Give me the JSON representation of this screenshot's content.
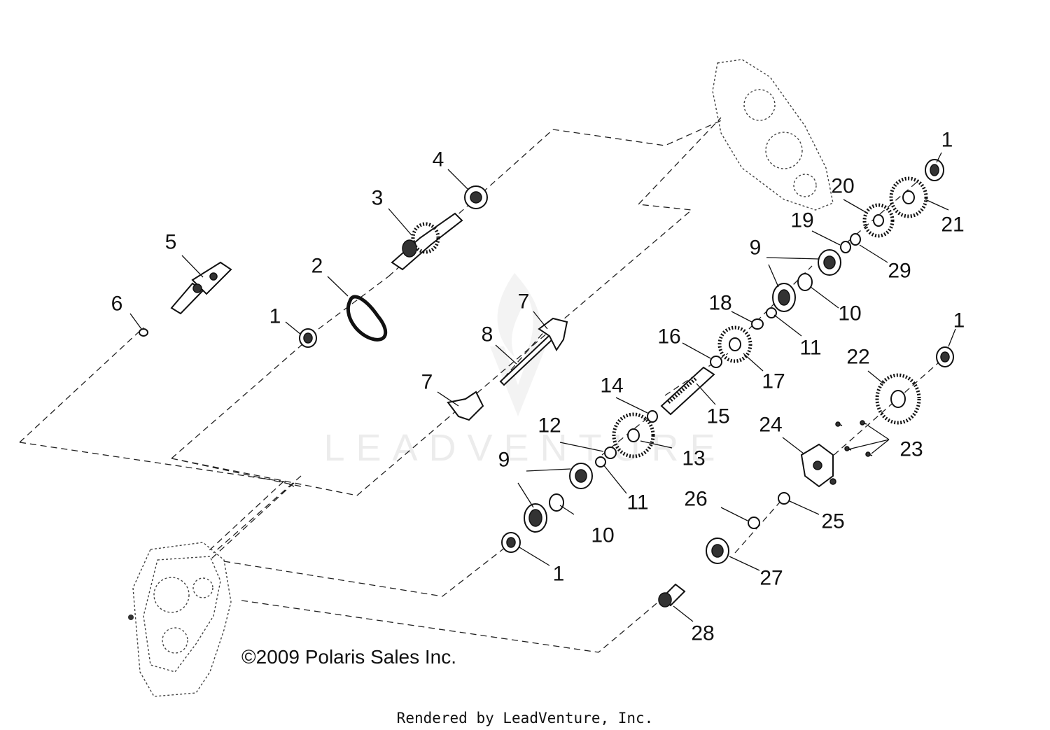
{
  "watermark": "LEADVENTURE",
  "copyright": "©2009 Polaris Sales Inc.",
  "footer": "Rendered by LeadVenture, Inc.",
  "callouts": [
    {
      "id": "c1a",
      "label": "1"
    },
    {
      "id": "c1b",
      "label": "1"
    },
    {
      "id": "c1c",
      "label": "1"
    },
    {
      "id": "c1d",
      "label": "1"
    },
    {
      "id": "c2",
      "label": "2"
    },
    {
      "id": "c3",
      "label": "3"
    },
    {
      "id": "c4",
      "label": "4"
    },
    {
      "id": "c5",
      "label": "5"
    },
    {
      "id": "c6",
      "label": "6"
    },
    {
      "id": "c7a",
      "label": "7"
    },
    {
      "id": "c7b",
      "label": "7"
    },
    {
      "id": "c8",
      "label": "8"
    },
    {
      "id": "c9a",
      "label": "9"
    },
    {
      "id": "c9b",
      "label": "9"
    },
    {
      "id": "c10a",
      "label": "10"
    },
    {
      "id": "c10b",
      "label": "10"
    },
    {
      "id": "c11a",
      "label": "11"
    },
    {
      "id": "c11b",
      "label": "11"
    },
    {
      "id": "c12",
      "label": "12"
    },
    {
      "id": "c13",
      "label": "13"
    },
    {
      "id": "c14",
      "label": "14"
    },
    {
      "id": "c15",
      "label": "15"
    },
    {
      "id": "c16",
      "label": "16"
    },
    {
      "id": "c17",
      "label": "17"
    },
    {
      "id": "c18",
      "label": "18"
    },
    {
      "id": "c19",
      "label": "19"
    },
    {
      "id": "c20",
      "label": "20"
    },
    {
      "id": "c21",
      "label": "21"
    },
    {
      "id": "c22",
      "label": "22"
    },
    {
      "id": "c23",
      "label": "23"
    },
    {
      "id": "c24",
      "label": "24"
    },
    {
      "id": "c25",
      "label": "25"
    },
    {
      "id": "c26",
      "label": "26"
    },
    {
      "id": "c27",
      "label": "27"
    },
    {
      "id": "c28",
      "label": "28"
    },
    {
      "id": "c29",
      "label": "29"
    }
  ]
}
